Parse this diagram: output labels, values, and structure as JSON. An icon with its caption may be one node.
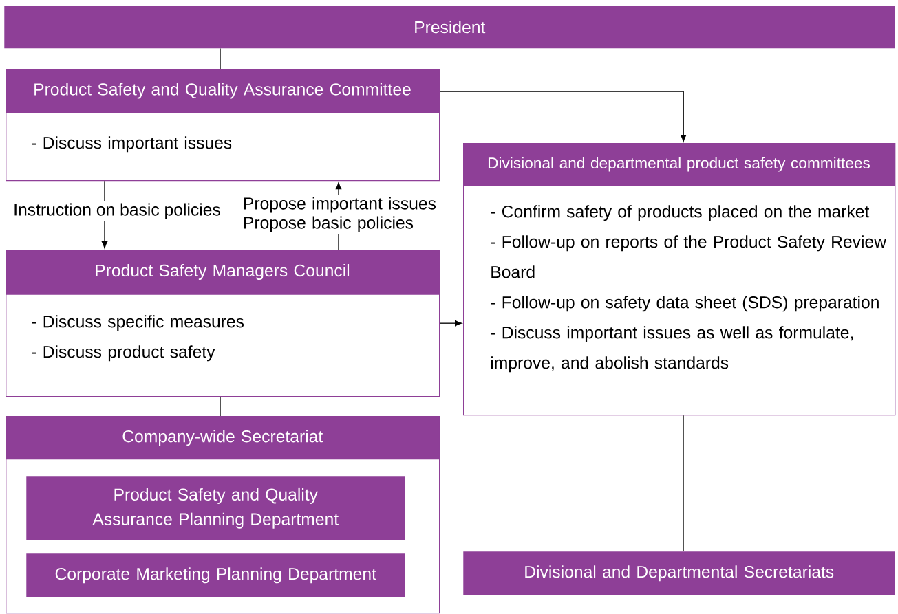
{
  "diagram": {
    "nodes": [
      {
        "text": [
          "President"
        ]
      },
      {
        "text": [
          "Product Safety and Quality Assurance Committee",
          "- Discuss important issues"
        ]
      },
      {
        "text": [
          "Product Safety Managers Council",
          "- Discuss specific measures",
          "- Discuss product safety"
        ]
      },
      {
        "text": [
          "Divisional and departmental product safety committees",
          "- Confirm safety of products placed on the market",
          "- Follow-up on reports of the Product Safety Review Board",
          "- Follow-up on safety data sheet (SDS) preparation",
          "- Discuss important issues as well as formulate, improve, and abolish standards"
        ]
      },
      {
        "text": [],
        "shape": "box"
      },
      {
        "text": [
          "Company-wide Secretariat"
        ],
        "in": 4
      },
      {
        "text": [
          "Product Safety and Quality Assurance Planning Department"
        ],
        "in": 4
      },
      {
        "text": [
          "Corporate Marketing Planning Department"
        ],
        "in": 4
      },
      {
        "text": [
          "Divisional and Departmental Secretariats"
        ]
      }
    ],
    "edges": [
      {
        "from": 0,
        "to": 1,
        "arrow": "none"
      },
      {
        "from": 1,
        "to": 2,
        "arrow": "to",
        "label": "Instruction on basic policies"
      },
      {
        "from": 2,
        "to": 1,
        "arrow": "to",
        "label": "Propose important issues Propose basic policies"
      },
      {
        "from": 1,
        "to": 3,
        "arrow": "to"
      },
      {
        "from": 2,
        "to": 3,
        "arrow": "to"
      },
      {
        "from": 2,
        "to": 5,
        "arrow": "none"
      },
      {
        "from": 3,
        "to": 8,
        "arrow": "none"
      }
    ]
  }
}
